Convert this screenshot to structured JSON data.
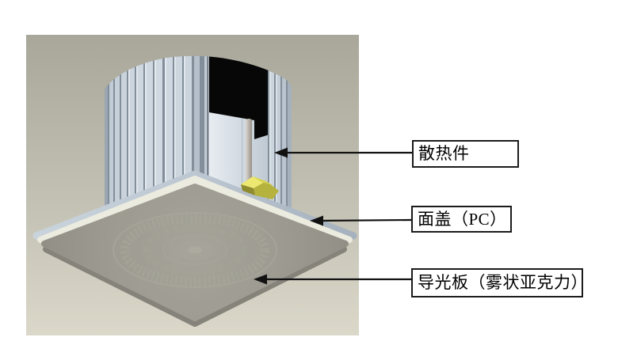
{
  "document": {
    "figure": {
      "kind": "3d-assembly-callout-diagram",
      "bg_top": "#a9a79a",
      "bg_bottom": "#dbd8ca"
    },
    "callouts": [
      {
        "id": "heatsink",
        "label": "散热件"
      },
      {
        "id": "face-cover",
        "label": "面盖（PC）"
      },
      {
        "id": "light-guide-plate",
        "label": "导光板（雾状亚克力）"
      }
    ],
    "icons": {
      "callout_arrow": "left-arrowhead"
    },
    "colors": {
      "arrow": "#111111",
      "label_border": "#1b1b1b",
      "heatsink_fin": "#cfd7e0",
      "heatsink_gap": "#828e9a",
      "cutaway_black": "#070707",
      "screw_rod": "#b5aea5",
      "clip_yellow": "#d6d24e",
      "cover_silver": "#b7c2ce",
      "cover_rim": "#ecebdf",
      "plate_gray": "#9d9b91"
    }
  }
}
